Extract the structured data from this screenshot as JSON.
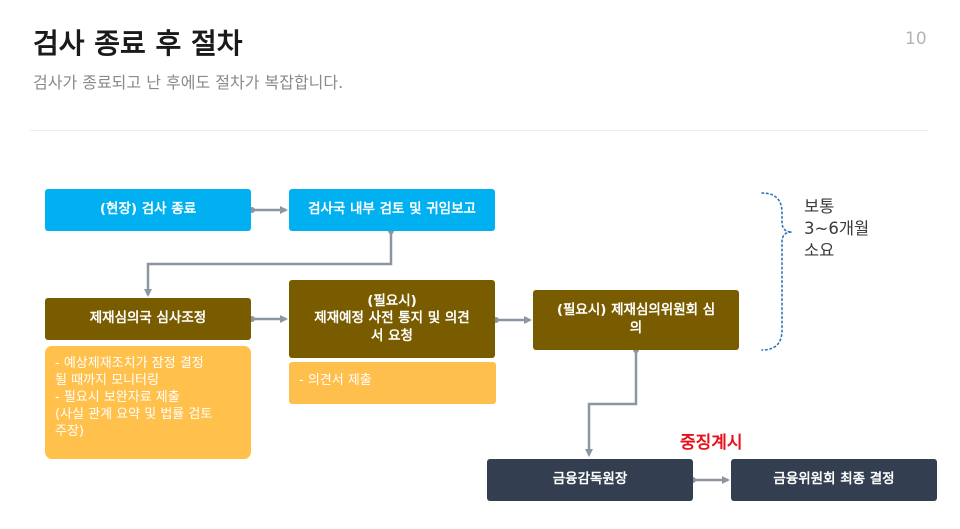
{
  "header": {
    "title": "검사 종료 후 절차",
    "subtitle": "검사가 종료되고 난 후에도 절차가 복잡합니다.",
    "page_number": "10"
  },
  "diagram": {
    "nodes": {
      "onsite_end": "(현장) 검사 종료",
      "internal_review": "검사국 내부 검토 및 귀임보고",
      "sanction_review": "제재심의국 심사조정",
      "prior_notice": "(필요시)\n제재예정 사전 통지 및 의견\n서 요청",
      "committee": "(필요시) 제재심의위원회 심\n의",
      "fss_head": "금융감독원장",
      "fsc_final": "금융위원회 최종 결정"
    },
    "notes": {
      "monitoring": "- 예상제재조치가 잠정 결정\n될 때까지 모니터링\n- 필요시 보완자료 제출\n(사실 관계 요약 및 법률 검토\n주장)",
      "opinion": "- 의견서 제출"
    },
    "duration_note": "보통\n3~6개월\n소요",
    "heavy_sanction_label": "중징계시"
  },
  "colors": {
    "blue": "#00b0f0",
    "brown": "#7a5c00",
    "dark": "#333f50",
    "orange": "#ffc04c",
    "connector": "#8c96a0",
    "warning": "#e8101a",
    "bracket": "#2e75b6"
  }
}
